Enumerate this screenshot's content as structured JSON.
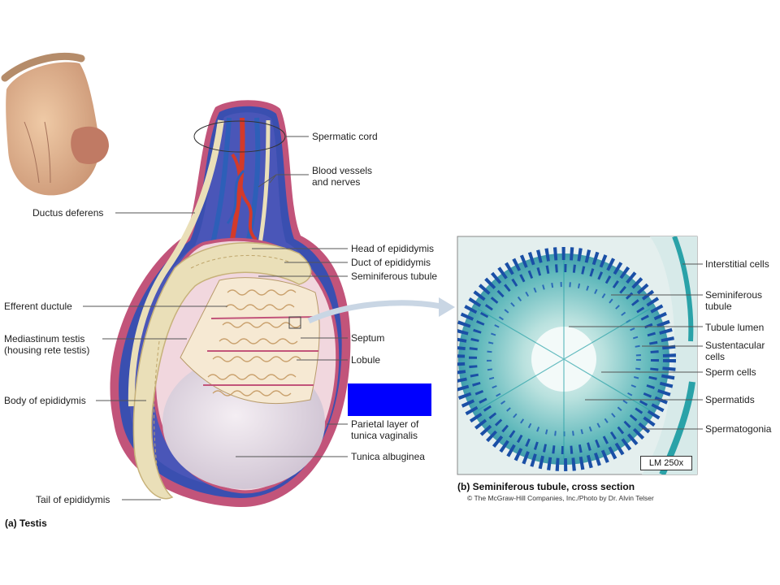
{
  "labels": {
    "spermatic_cord": "Spermatic cord",
    "blood_vessels": "Blood vessels\nand nerves",
    "ductus_deferens": "Ductus deferens",
    "head_epididymis": "Head of epididymis",
    "duct_epididymis": "Duct of epididymis",
    "seminiferous_tubule": "Seminiferous tubule",
    "efferent_ductule": "Efferent ductule",
    "mediastinum": "Mediastinum testis\n(housing rete testis)",
    "septum": "Septum",
    "lobule": "Lobule",
    "body_epididymis": "Body of epididymis",
    "parietal_layer": "Parietal layer of\ntunica vaginalis",
    "tunica_albuginea": "Tunica albuginea",
    "tail_epididymis": "Tail of epididymis"
  },
  "micro_labels": {
    "interstitial": "Interstitial cells",
    "seminiferous_tubule": "Seminiferous\ntubule",
    "tubule_lumen": "Tubule lumen",
    "sustentacular": "Sustentacular\ncells",
    "sperm_cells": "Sperm cells",
    "spermatids": "Spermatids",
    "spermatogonia": "Spermatogonia"
  },
  "scale_bar": "LM 250x",
  "captions": {
    "a": "(a) Testis",
    "b": "(b) Seminiferous tubule, cross section",
    "credit": "© The McGraw-Hill Companies, Inc./Photo by Dr. Alvin Telser"
  },
  "colors": {
    "tunica_blue": "#3a4fb0",
    "vaginalis_pink": "#c2547a",
    "artery_red": "#d33a2a",
    "vein_blue": "#2d5fb8",
    "epididymis_cream": "#eadfb8",
    "stain_teal": "#2aa2a8",
    "nuclei_blue": "#1a4fa6",
    "hidden_label_box": "#0000ff"
  }
}
